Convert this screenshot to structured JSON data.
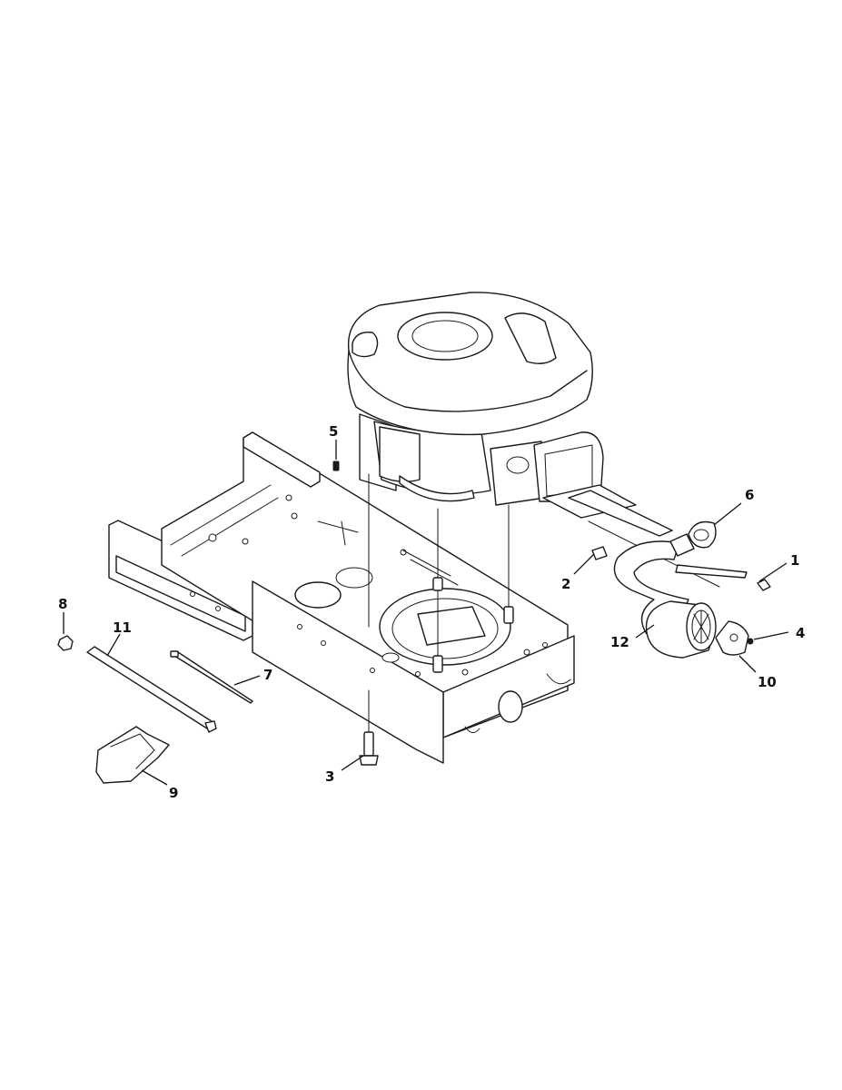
{
  "diagram": {
    "line_color": "#1a1a1a",
    "background": "#ffffff",
    "callouts": [
      {
        "id": "c1",
        "label": "1"
      },
      {
        "id": "c2",
        "label": "2"
      },
      {
        "id": "c3",
        "label": "3"
      },
      {
        "id": "c4",
        "label": "4"
      },
      {
        "id": "c5",
        "label": "5"
      },
      {
        "id": "c6",
        "label": "6"
      },
      {
        "id": "c7",
        "label": "7"
      },
      {
        "id": "c8",
        "label": "8"
      },
      {
        "id": "c9",
        "label": "9"
      },
      {
        "id": "c10",
        "label": "10"
      },
      {
        "id": "c11",
        "label": "11"
      },
      {
        "id": "c12",
        "label": "12"
      }
    ]
  }
}
